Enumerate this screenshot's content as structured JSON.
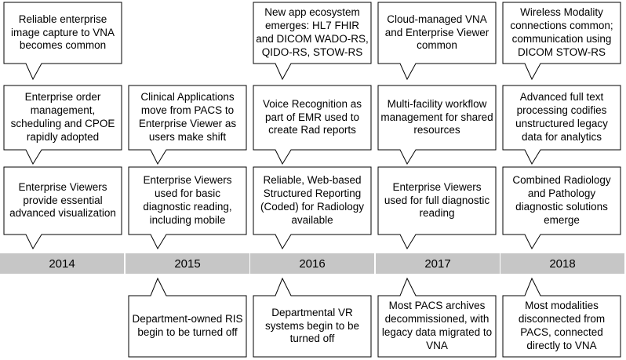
{
  "years": [
    "2014",
    "2015",
    "2016",
    "2017",
    "2018"
  ],
  "callouts": {
    "row1": [
      "Reliable enterprise image capture to VNA becomes common",
      "",
      "New app ecosystem emerges: HL7 FHIR and DICOM WADO-RS, QIDO-RS, STOW-RS",
      "Cloud-managed VNA and Enterprise Viewer common",
      "Wireless Modality connections common; communication using DICOM STOW-RS"
    ],
    "row2": [
      "Enterprise order management, scheduling and CPOE rapidly adopted",
      "Clinical Applications move from PACS to Enterprise Viewer as users make shift",
      "Voice Recognition as part of EMR used to create Rad reports",
      "Multi-facility workflow management for shared resources",
      "Advanced full text processing codifies unstructured legacy data for analytics"
    ],
    "row3": [
      "Enterprise Viewers provide essential advanced visualization",
      "Enterprise Viewers used for basic diagnostic reading, including mobile",
      "Reliable, Web-based Structured Reporting (Coded) for Radiology available",
      "Enterprise Viewers used for full diagnostic reading",
      "Combined Radiology and Pathology diagnostic solutions emerge"
    ],
    "below": [
      "",
      "Department-owned RIS begin to be turned off",
      "Departmental VR systems begin to be turned off",
      "Most PACS archives decommissioned, with legacy data migrated to VNA",
      "Most modalities disconnected from PACS, connected directly to VNA"
    ]
  }
}
